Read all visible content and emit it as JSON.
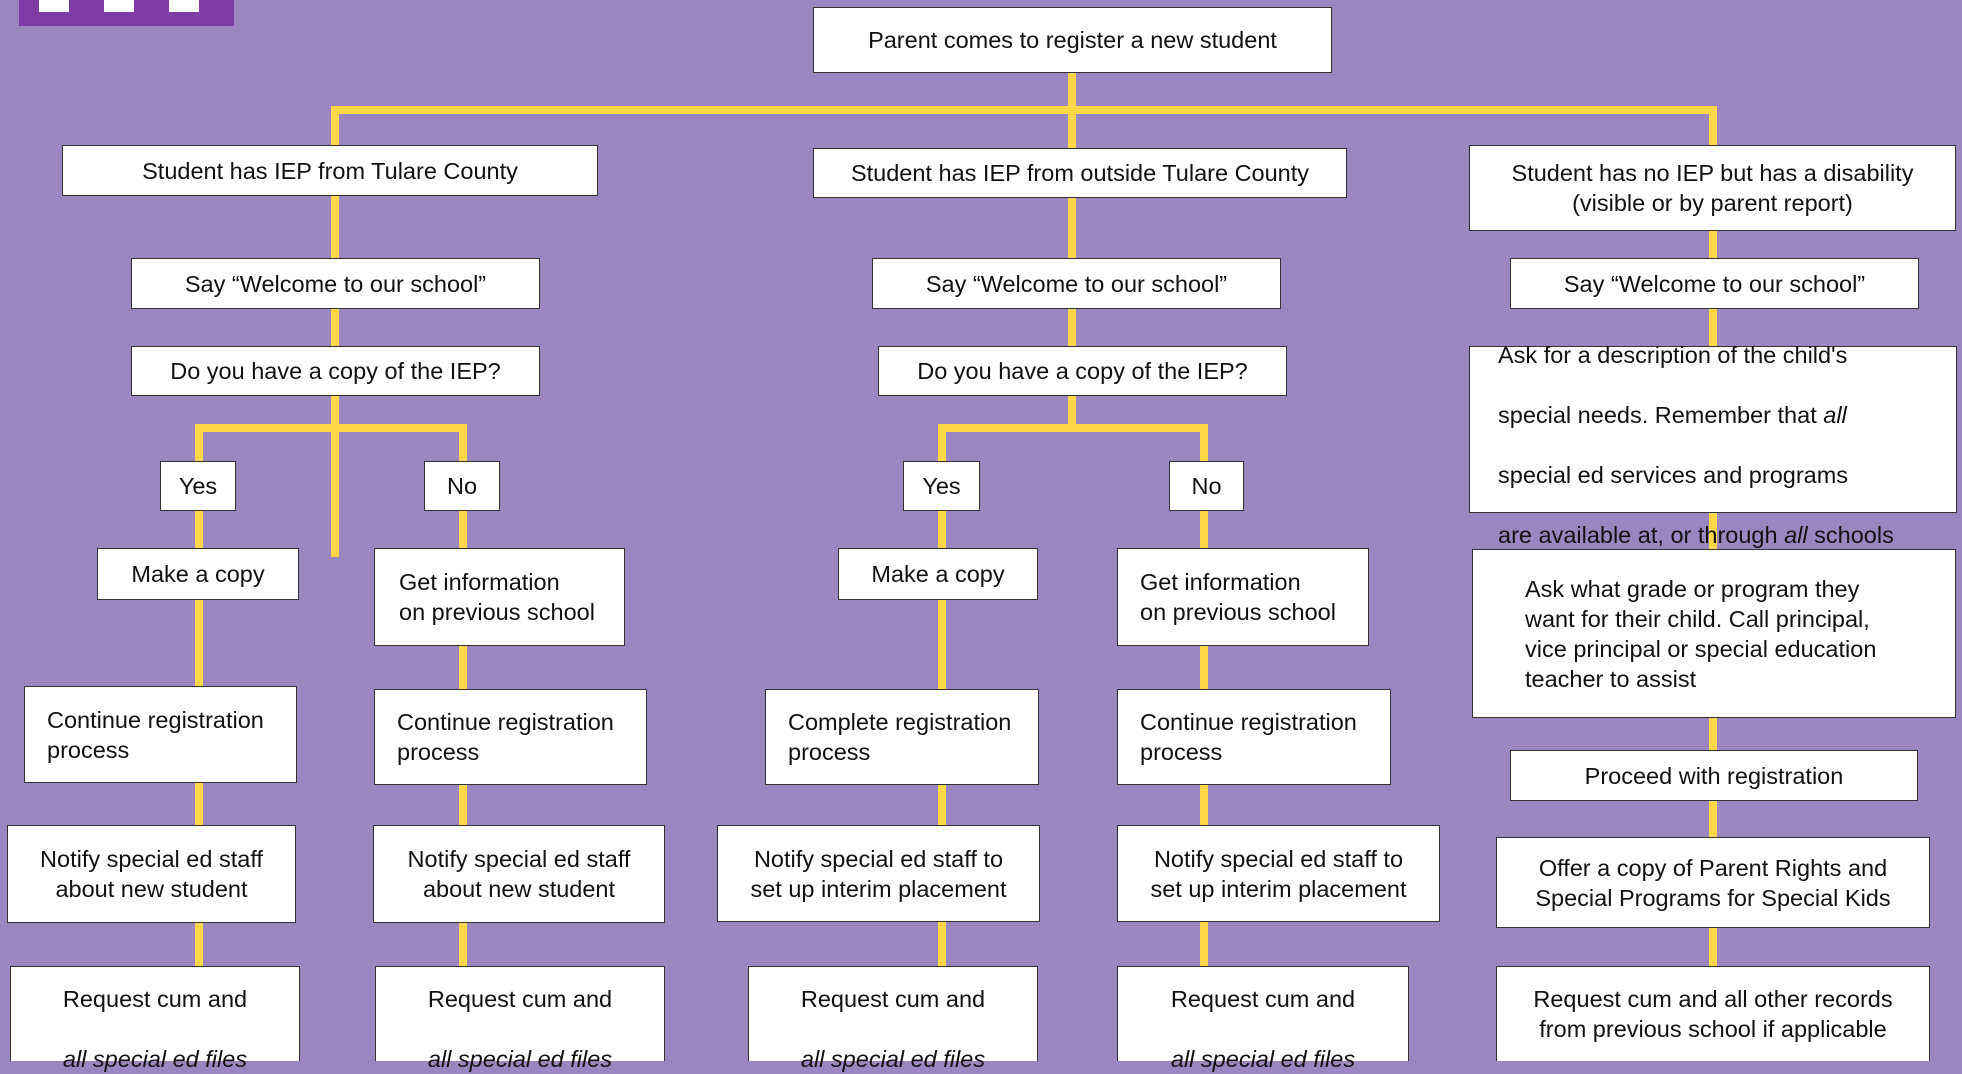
{
  "colors": {
    "background": "#9b87bf",
    "connector": "#ffd84a",
    "box_fill": "#ffffff",
    "box_border": "#333333",
    "logo": "#7d3ba6"
  },
  "logo": {
    "icon": "building-logo-icon"
  },
  "root": {
    "text": "Parent comes to register a new student"
  },
  "branch1": {
    "header": "Student has IEP from Tulare County",
    "welcome": "Say “Welcome to our school”",
    "question": "Do  you have a copy of the IEP?",
    "yes": {
      "label": "Yes",
      "step1": "Make a copy",
      "step2": "Continue registration\nprocess",
      "step3": "Notify special ed staff\nabout new student",
      "step4_line1": "Request cum and",
      "step4_line2": "all special ed files"
    },
    "no": {
      "label": "No",
      "step1": "Get information\non previous school",
      "step2": "Continue registration\nprocess",
      "step3": "Notify special ed staff\nabout new student",
      "step4_line1": "Request cum and",
      "step4_line2": "all special ed files"
    }
  },
  "branch2": {
    "header": "Student has IEP from outside Tulare County",
    "welcome": "Say “Welcome to our school”",
    "question": "Do  you have a copy of the IEP?",
    "yes": {
      "label": "Yes",
      "step1": "Make a copy",
      "step2": "Complete registration\nprocess",
      "step3": "Notify special ed staff to\nset up interim placement",
      "step4_line1": "Request cum and",
      "step4_line2": "all special ed files"
    },
    "no": {
      "label": "No",
      "step1": "Get information\non previous school",
      "step2": "Continue registration\nprocess",
      "step3": "Notify special ed staff to\nset up interim placement",
      "step4_line1": "Request cum and",
      "step4_line2": "all special ed files"
    }
  },
  "branch3": {
    "header": "Student has no IEP but has a disability\n(visible or by parent report)",
    "welcome": "Say “Welcome to our school”",
    "describe": {
      "l1": "Ask for a description of the child's",
      "l2a": "special needs. Remember that ",
      "l2b": "all",
      "l3": "special ed services and programs",
      "l4a": "are available at, or through ",
      "l4b": "all",
      "l4c": " schools"
    },
    "ask_grade": "Ask what grade or program they\nwant for their child.  Call principal,\nvice principal or special education\nteacher to assist",
    "proceed": "Proceed with registration",
    "offer": "Offer a copy of Parent Rights and\nSpecial Programs for Special Kids",
    "request": "Request cum and all other records\nfrom previous school if applicable"
  }
}
